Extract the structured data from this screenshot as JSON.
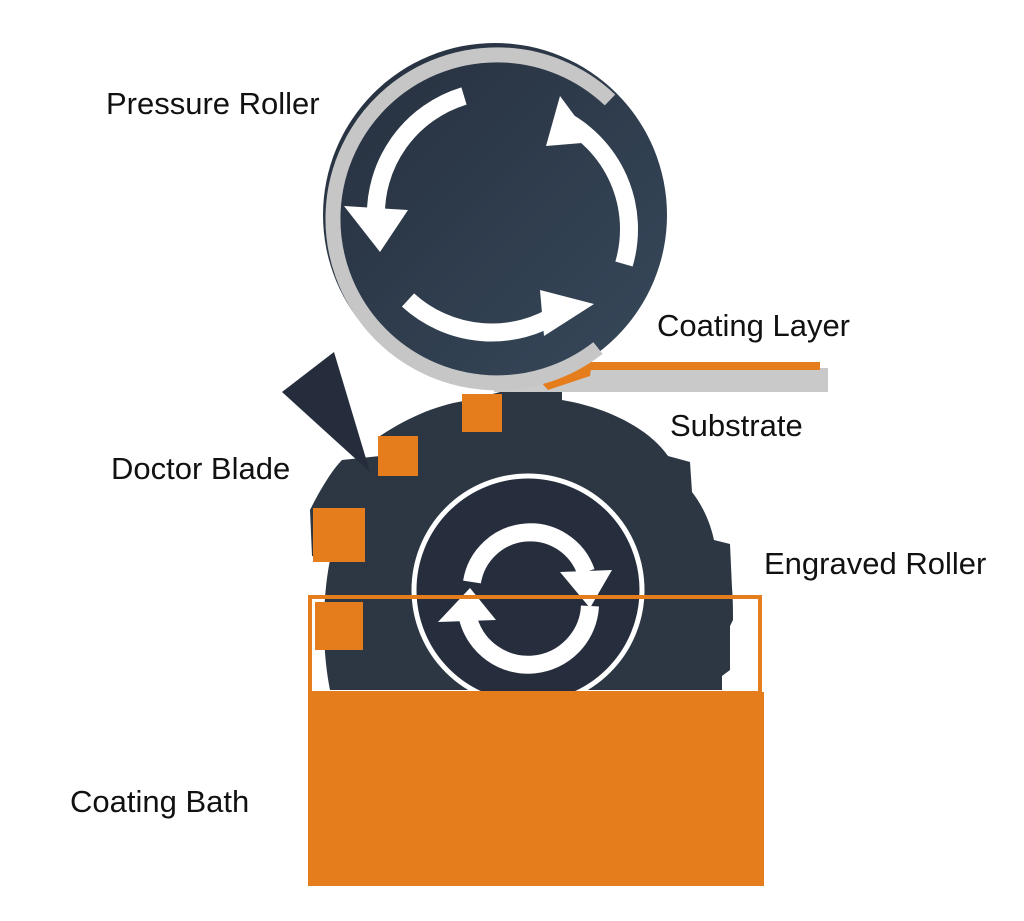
{
  "labels": {
    "pressure_roller": "Pressure Roller",
    "coating_layer": "Coating Layer",
    "substrate": "Substrate",
    "doctor_blade": "Doctor Blade",
    "engraved_roller": "Engraved Roller",
    "coating_bath": "Coating Bath"
  },
  "colors": {
    "roller_dark": "#2b3747",
    "roller_dark_light": "#364a5d",
    "engraved_body": "#2c3743",
    "engraved_center": "#262d3d",
    "blade": "#252d3d",
    "coating": "#e67d1c",
    "substrate": "#c9c9c9",
    "ring": "#c6c6c6",
    "arrow": "#ffffff"
  },
  "icons": {
    "pressure_roller": "clockwise-rotation-arrows-icon",
    "engraved_roller": "refresh-cycle-arrows-icon"
  }
}
